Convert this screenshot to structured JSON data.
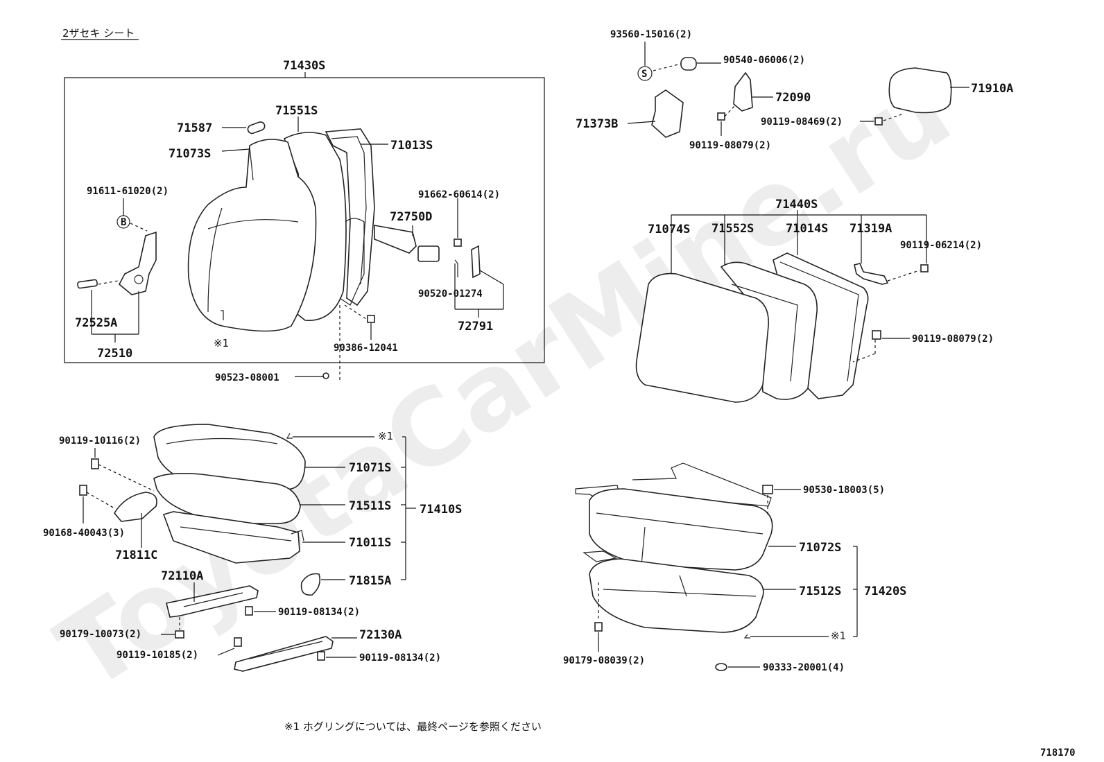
{
  "header": {
    "section_title": "2ザセキ シート"
  },
  "watermark": "ToyotaCarMine.ru",
  "footnote": "※1 ホグリングについては、最終ページを参照ください",
  "diagram_id": "718170",
  "labels": {
    "p71430S": "71430S",
    "p71551S": "71551S",
    "p71587": "71587",
    "p71073S": "71073S",
    "p71013S": "71013S",
    "p91611": "91611-61020(2)",
    "p91662": "91662-60614(2)",
    "p72750D": "72750D",
    "p90520": "90520-01274",
    "p72791": "72791",
    "p72525A": "72525A",
    "p72510": "72510",
    "p90386": "90386-12041",
    "pnote1a": "※1",
    "p90523": "90523-08001",
    "p93560": "93560-15016(2)",
    "p90540": "90540-06006(2)",
    "p72090": "72090",
    "p71910A": "71910A",
    "p71373B": "71373B",
    "p90119_08469": "90119-08469(2)",
    "p90119_08079a": "90119-08079(2)",
    "p71440S": "71440S",
    "p71074S": "71074S",
    "p71552S": "71552S",
    "p71014S": "71014S",
    "p71319A": "71319A",
    "p90119_06214": "90119-06214(2)",
    "p90119_08079b": "90119-08079(2)",
    "p90119_10116": "90119-10116(2)",
    "pnote1b": "※1",
    "p71071S": "71071S",
    "p71511S": "71511S",
    "p71410S": "71410S",
    "p90168": "90168-40043(3)",
    "p71811C": "71811C",
    "p71011S": "71011S",
    "p72110A": "72110A",
    "p71815A": "71815A",
    "p90119_08134a": "90119-08134(2)",
    "p90179_10073": "90179-10073(2)",
    "p72130A": "72130A",
    "p90119_10185": "90119-10185(2)",
    "p90119_08134b": "90119-08134(2)",
    "p90530": "90530-18003(5)",
    "p71072S": "71072S",
    "p71512S": "71512S",
    "p71420S": "71420S",
    "pnote1c": "※1",
    "p90179_08039": "90179-08039(2)",
    "p90333": "90333-20001(4)",
    "circleS": "S",
    "circleB": "B"
  }
}
